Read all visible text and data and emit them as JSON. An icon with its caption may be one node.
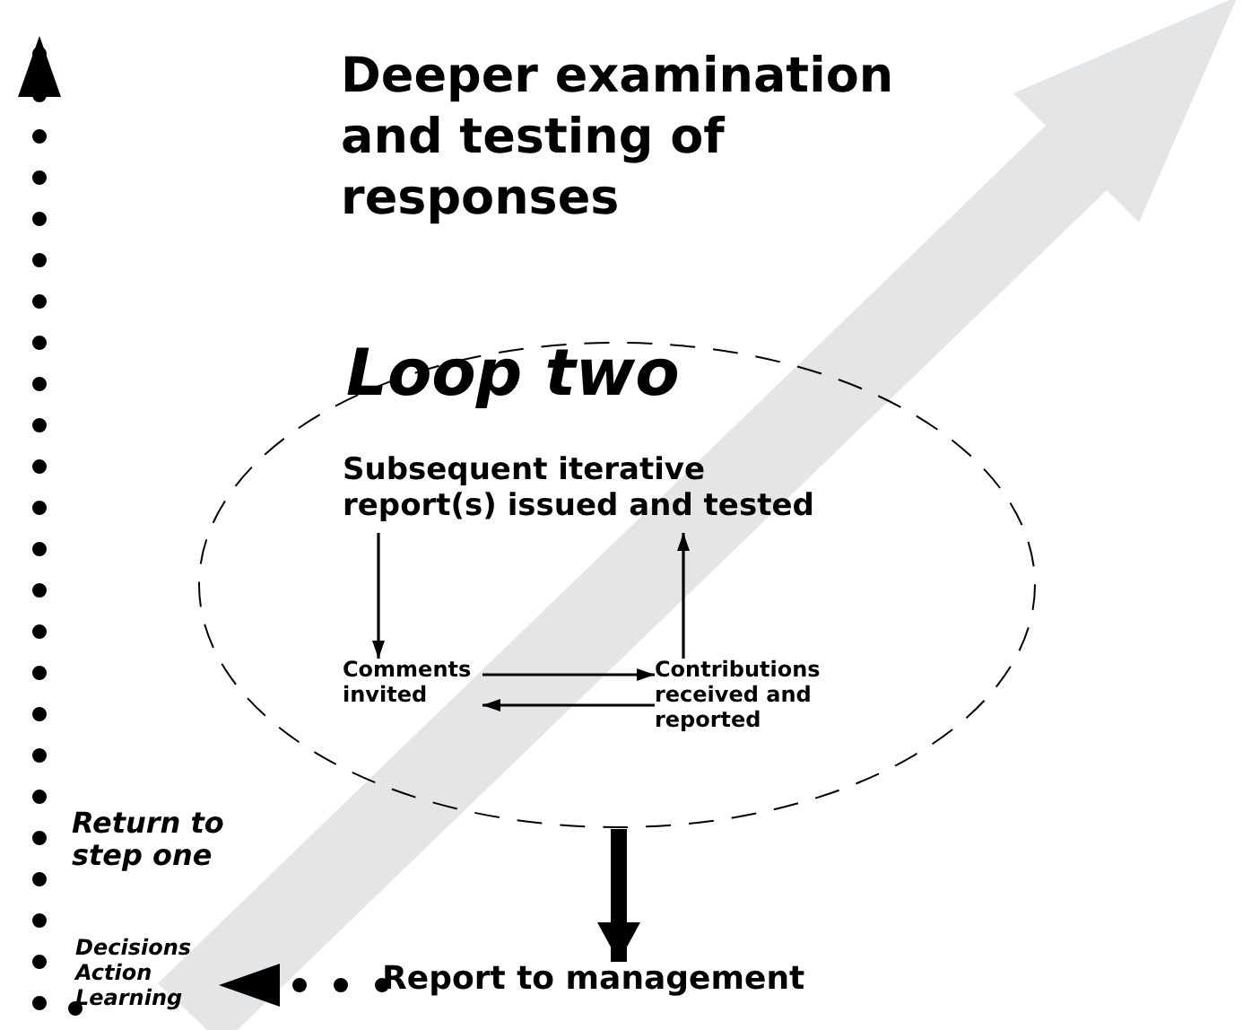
{
  "diagram": {
    "title": "Deeper examination and testing of responses",
    "nodes": [
      {
        "text": [
          "Loop two"
        ]
      },
      {
        "text": [
          "Subsequent iterative report(s) issued and tested"
        ],
        "in": 0
      },
      {
        "text": [
          "Comments invited"
        ],
        "in": 0
      },
      {
        "text": [
          "Contributions received and reported"
        ],
        "in": 0
      },
      {
        "text": [
          "Report to management"
        ]
      },
      {
        "text": [
          "Decisions Action Learning"
        ]
      }
    ],
    "edges": [
      {
        "from": 1,
        "to": 2,
        "arrow": "to"
      },
      {
        "from": 2,
        "to": 3,
        "arrow": "to"
      },
      {
        "from": 3,
        "to": 2,
        "arrow": "to"
      },
      {
        "from": 3,
        "to": 1,
        "arrow": "to"
      },
      {
        "from": 0,
        "to": 4,
        "arrow": "to",
        "style": "thick"
      },
      {
        "from": 4,
        "to": 5,
        "arrow": "to",
        "style": "dashed"
      },
      {
        "from": 5,
        "to": null,
        "arrow": "to",
        "style": "dashed",
        "label": "Return to step one"
      }
    ]
  }
}
